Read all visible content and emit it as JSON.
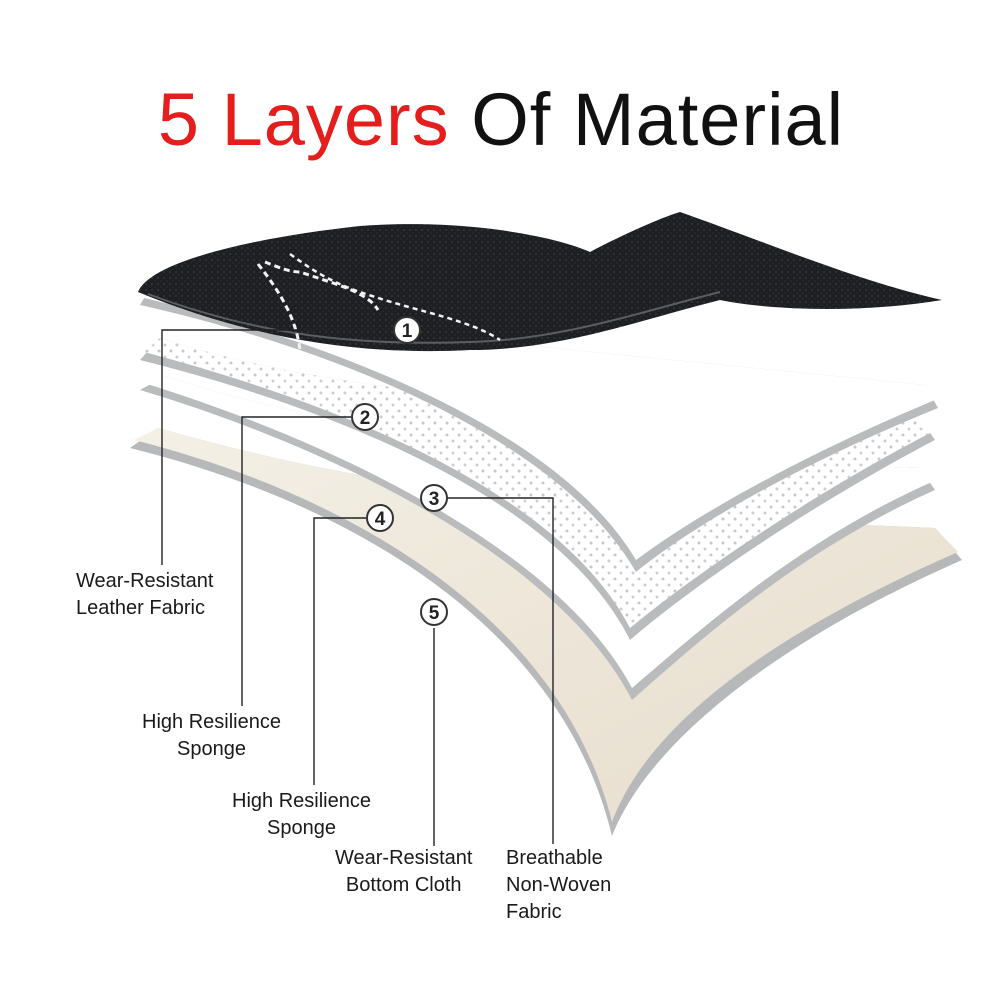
{
  "title": {
    "highlight": "5 Layers",
    "rest": "Of Material"
  },
  "colors": {
    "highlight": "#e41d1d",
    "leather": "#1d1f22",
    "stitching": "#f2f2f2",
    "sponge": "#ffffff",
    "nonwoven": "#fbfbfb",
    "bottom": "#efe9dc",
    "edge": "#b9bbbd"
  },
  "markers": [
    "1",
    "2",
    "3",
    "4",
    "5"
  ],
  "labels": [
    {
      "lines": [
        "Wear-Resistant",
        "Leather Fabric"
      ]
    },
    {
      "lines": [
        "High Resilience",
        "Sponge"
      ]
    },
    {
      "lines": [
        "High Resilience",
        "Sponge"
      ]
    },
    {
      "lines": [
        "Wear-Resistant",
        "Bottom Cloth"
      ]
    },
    {
      "lines": [
        "Breathable",
        "Non-Woven",
        "Fabric"
      ]
    }
  ]
}
